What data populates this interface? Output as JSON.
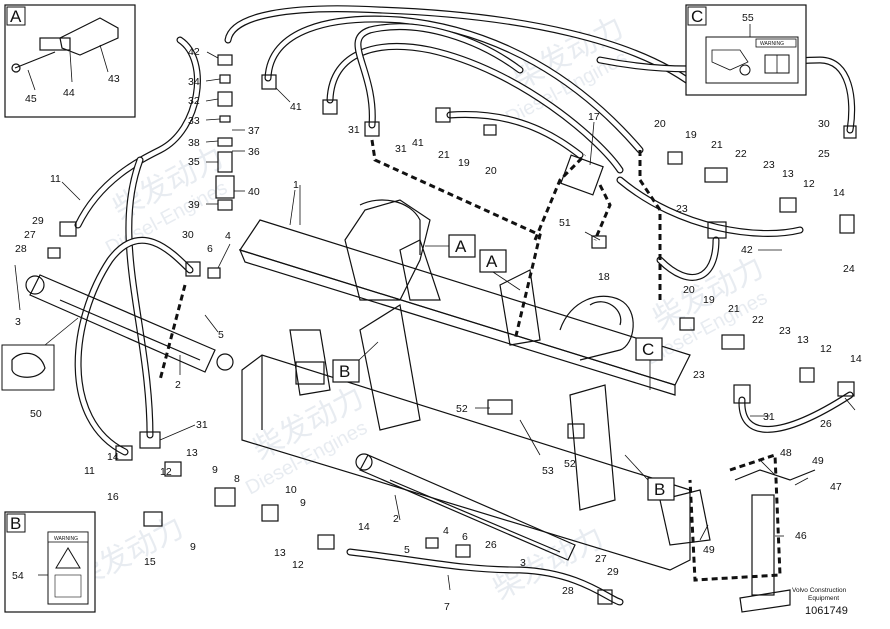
{
  "diagram": {
    "detail_boxes": {
      "A": {
        "letter": "A",
        "labels": [
          "43",
          "44",
          "45"
        ]
      },
      "B": {
        "letter": "B",
        "labels": [
          "54"
        ],
        "warning_text": "WARNING"
      },
      "C": {
        "letter": "C",
        "labels": [
          "55"
        ],
        "warning_text": "WARNING"
      }
    },
    "callouts": {
      "A1": "A",
      "A2": "A",
      "B1": "B",
      "B2": "B",
      "C1": "C"
    },
    "labels": {
      "l42": "42",
      "l34": "34",
      "l32": "32",
      "l33": "33",
      "l38": "38",
      "l35": "35",
      "l39": "39",
      "l37": "37",
      "l36": "36",
      "l40": "40",
      "l41a": "41",
      "l31a": "31",
      "l31b": "31",
      "l41b": "41",
      "l21a": "21",
      "l19a": "19",
      "l20a": "20",
      "l17": "17",
      "l1": "1",
      "l11a": "11",
      "l29a": "29",
      "l27a": "27",
      "l28a": "28",
      "l3a": "3",
      "l30a": "30",
      "l6a": "6",
      "l4a": "4",
      "l5a": "5",
      "l2a": "2",
      "l31c": "31",
      "l50": "50",
      "l11b": "11",
      "l14a": "14",
      "l12a": "12",
      "l13a": "13",
      "l9a": "9",
      "l8": "8",
      "l16": "16",
      "l15": "15",
      "l9b": "9",
      "l10": "10",
      "l9c": "9",
      "l13b": "13",
      "l12b": "12",
      "l14b": "14",
      "l2b": "2",
      "l5b": "5",
      "l4b": "4",
      "l6b": "6",
      "l26a": "26",
      "l3b": "3",
      "l28b": "28",
      "l27b": "27",
      "l29b": "29",
      "l7": "7",
      "l53": "53",
      "l52a": "52",
      "l52b": "52",
      "l51": "51",
      "l18": "18",
      "l20b": "20",
      "l19b": "19",
      "l21b": "21",
      "l22a": "22",
      "l23a": "23",
      "l13c": "13",
      "l12c": "12",
      "l14c": "14",
      "l23b": "23",
      "l42b": "42",
      "l24": "24",
      "l30b": "30",
      "l25": "25",
      "l20c": "20",
      "l19c": "19",
      "l21c": "21",
      "l22b": "22",
      "l23c": "23",
      "l13d": "13",
      "l12d": "12",
      "l14d": "14",
      "l23d": "23",
      "l31d": "31",
      "l26b": "26",
      "l48": "48",
      "l49a": "49",
      "l47": "47",
      "l49b": "49",
      "l46": "46"
    },
    "footer": {
      "company": "Volvo Construction",
      "subtitle": "Equipment",
      "drawing_number": "1061749"
    },
    "watermark": {
      "text_cn": "柴发动力",
      "text_en": "Diesel-Engines"
    }
  }
}
